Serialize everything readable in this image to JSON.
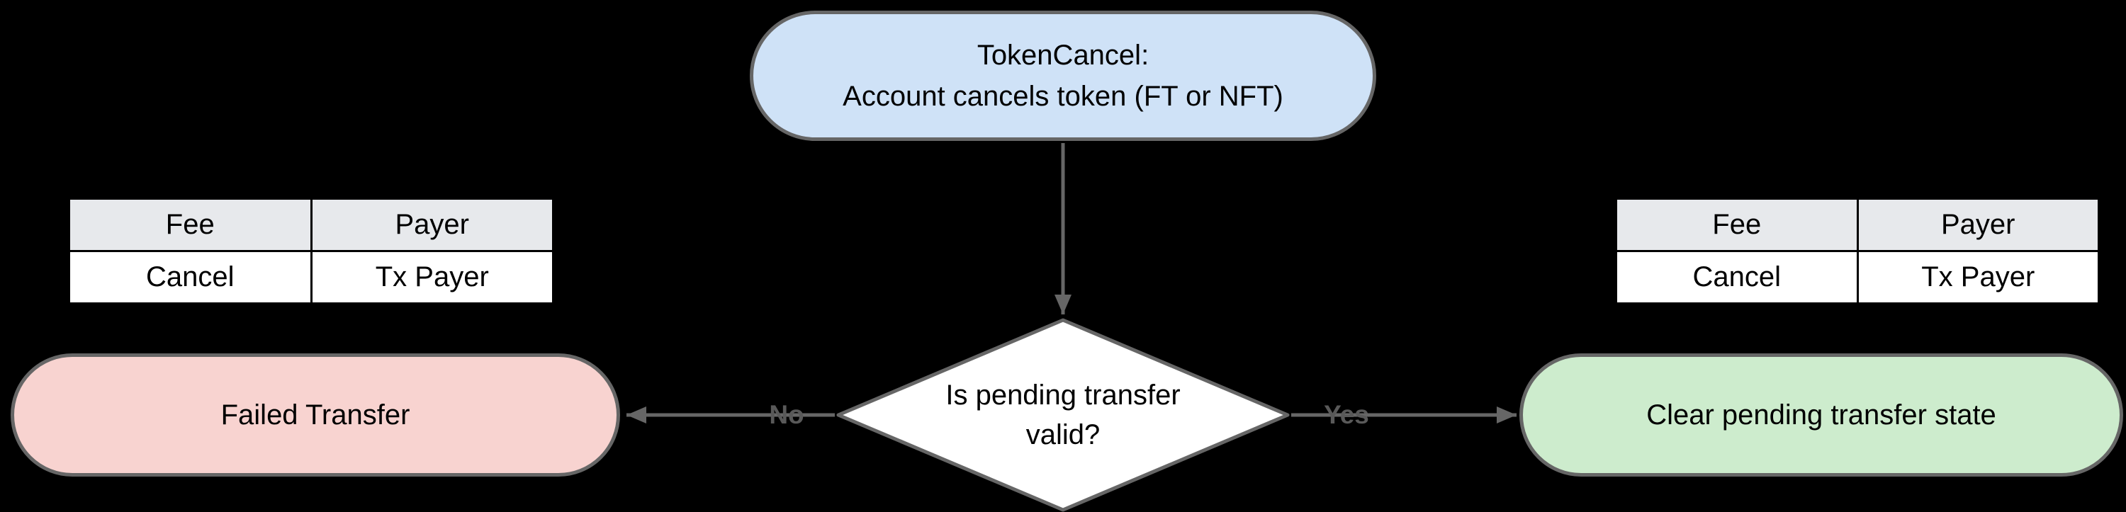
{
  "flowchart": {
    "start_node": {
      "line1": "TokenCancel:",
      "line2": "Account cancels token (FT or NFT)"
    },
    "decision_node": {
      "label": "Is pending transfer valid?"
    },
    "no_edge": {
      "label": "No"
    },
    "yes_edge": {
      "label": "Yes"
    },
    "failed_node": {
      "label": "Failed Transfer"
    },
    "success_node": {
      "label": "Clear pending transfer state"
    }
  },
  "fee_tables": {
    "left": {
      "headers": [
        "Fee",
        "Payer"
      ],
      "rows": [
        [
          "Cancel",
          "Tx Payer"
        ]
      ]
    },
    "right": {
      "headers": [
        "Fee",
        "Payer"
      ],
      "rows": [
        [
          "Cancel",
          "Tx Payer"
        ]
      ]
    }
  },
  "colors": {
    "background": "#000000",
    "start_node_fill": "#cfe2f7",
    "failed_node_fill": "#f8d3d0",
    "success_node_fill": "#cdeccd",
    "decision_fill": "#ffffff",
    "shape_border": "#666666",
    "connector": "#666666",
    "edge_label_text": "#595959",
    "table_header_bg": "#e7e9ec",
    "table_border": "#000000"
  }
}
